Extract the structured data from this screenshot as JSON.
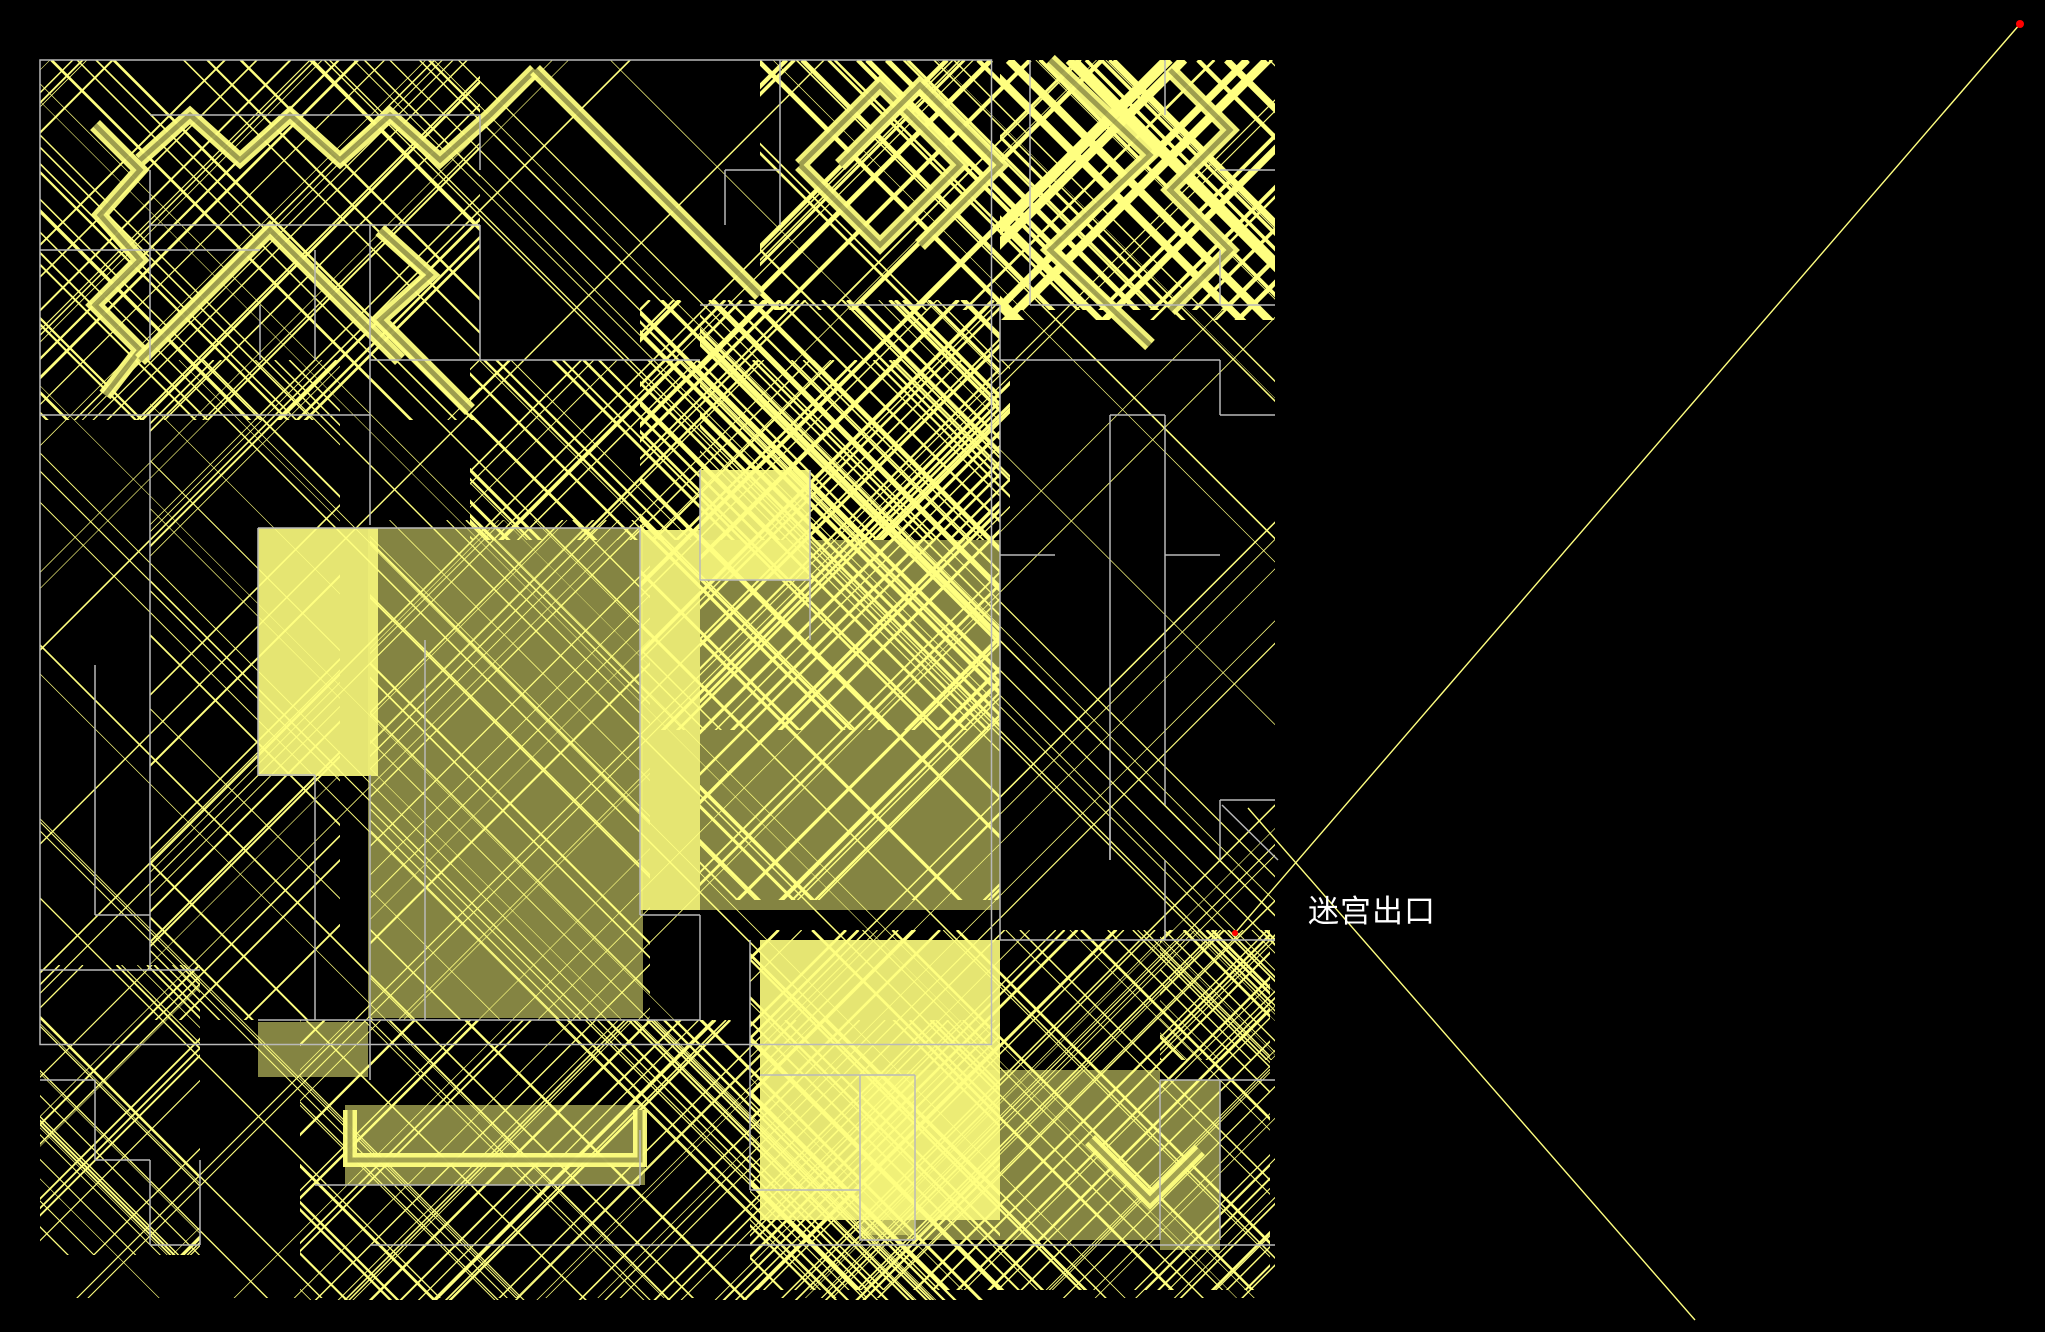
{
  "game": {
    "exit_label": "迷宫出口"
  },
  "colors": {
    "background": "#000000",
    "wall": "#b9b9b9",
    "trail": "#ffff80",
    "marker": "#ff0000",
    "label": "#ffffff"
  },
  "icons": {
    "exit_marker": "red-dot",
    "ball_marker": "red-dot"
  }
}
